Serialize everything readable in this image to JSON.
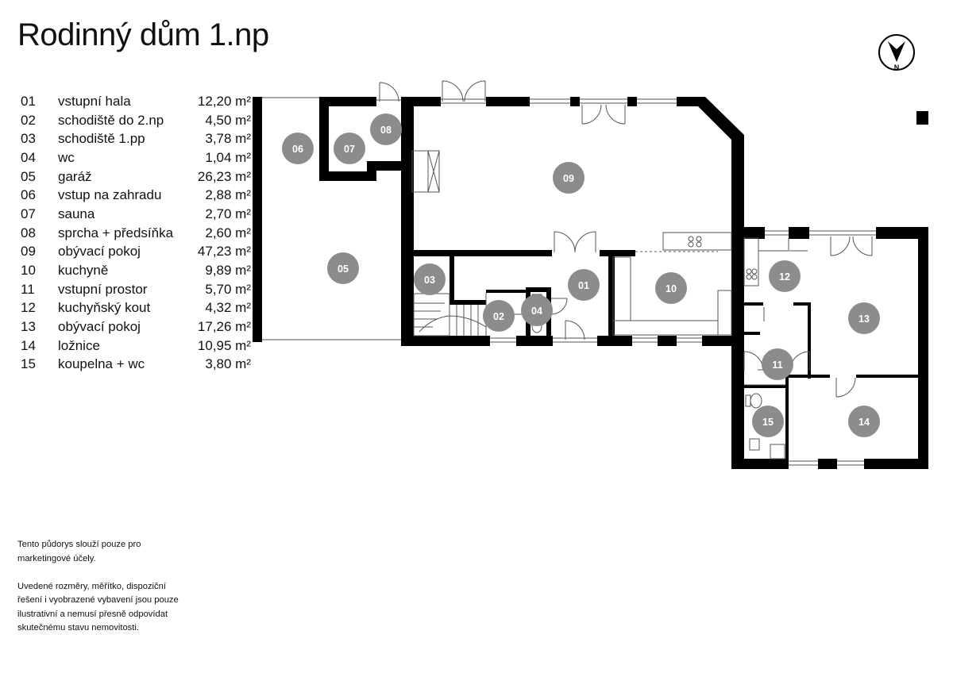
{
  "title": "Rodinný dům 1.np",
  "compass": {
    "label": "N",
    "icon": "north-arrow-icon"
  },
  "rooms": [
    {
      "no": "01",
      "name": "vstupní hala",
      "area": "12,20 m²"
    },
    {
      "no": "02",
      "name": "schodiště do 2.np",
      "area": "4,50 m²"
    },
    {
      "no": "03",
      "name": "schodiště 1.pp",
      "area": "3,78 m²"
    },
    {
      "no": "04",
      "name": "wc",
      "area": "1,04 m²"
    },
    {
      "no": "05",
      "name": "garáž",
      "area": "26,23 m²"
    },
    {
      "no": "06",
      "name": "vstup na zahradu",
      "area": "2,88 m²"
    },
    {
      "no": "07",
      "name": "sauna",
      "area": "2,70 m²"
    },
    {
      "no": "08",
      "name": "sprcha + předsíňka",
      "area": "2,60 m²"
    },
    {
      "no": "09",
      "name": "obývací pokoj",
      "area": "47,23 m²"
    },
    {
      "no": "10",
      "name": "kuchyně",
      "area": "9,89 m²"
    },
    {
      "no": "11",
      "name": "vstupní prostor",
      "area": "5,70 m²"
    },
    {
      "no": "12",
      "name": "kuchyňský kout",
      "area": "4,32 m²"
    },
    {
      "no": "13",
      "name": "obývací pokoj",
      "area": "17,26 m²"
    },
    {
      "no": "14",
      "name": "ložnice",
      "area": "10,95 m²"
    },
    {
      "no": "15",
      "name": "koupelna + wc",
      "area": "3,80 m²"
    }
  ],
  "disclaimer": {
    "p1": "Tento půdorys slouží pouze pro marketingové účely.",
    "p2": "Uvedené rozměry, měřítko, dispoziční řešení i vyobrazené vybavení jsou pouze ilustrativní a nemusí přesně odpovídat skutečnému stavu nemovitosti."
  },
  "colors": {
    "wall": "#000000",
    "badge": "#8c8c8c",
    "thin_line": "#555555"
  }
}
